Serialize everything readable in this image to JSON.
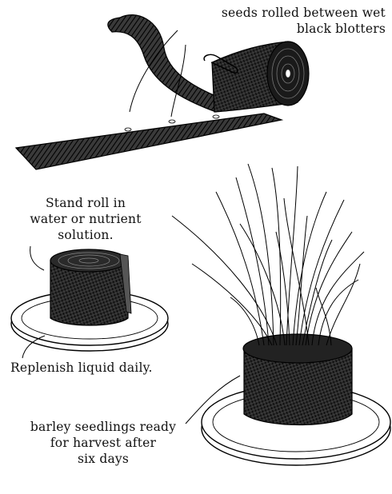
{
  "labels": {
    "seeds_line1": "seeds rolled between wet",
    "seeds_line2": "black blotters",
    "stand_line1": "Stand roll in",
    "stand_line2": "water or nutrient",
    "stand_line3": "solution.",
    "replenish": "Replenish liquid daily.",
    "barley_line1": "barley seedlings ready",
    "barley_line2": "for harvest after",
    "barley_line3": "six days"
  },
  "colors": {
    "ink": "#111111",
    "paper": "#ffffff"
  }
}
